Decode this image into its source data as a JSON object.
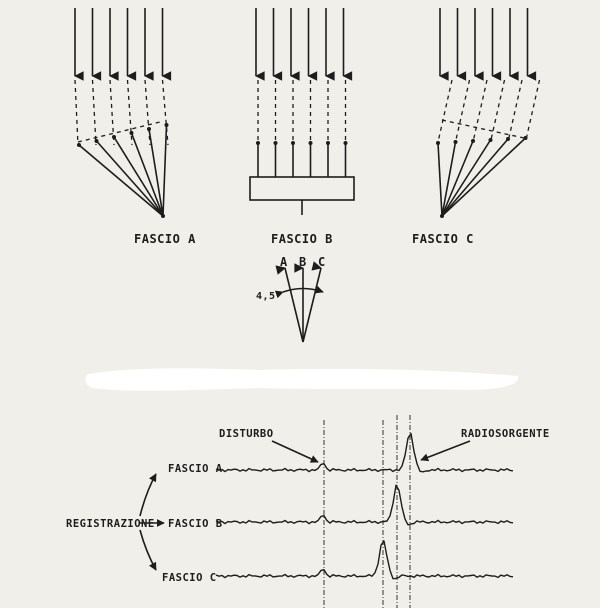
{
  "beams": {
    "a_label": "FASCIO  A",
    "b_label": "FASCIO  B",
    "c_label": "FASCIO  C"
  },
  "angle_figure": {
    "label_a": "A",
    "label_b": "B",
    "label_c": "C",
    "angle_text": "4,5'"
  },
  "recording": {
    "disturbance_label": "DISTURBO",
    "source_label": "RADIOSORGENTE",
    "registration_label": "REGISTRAZIONE",
    "trace_a_label": "FASCIO  A",
    "trace_b_label": "FASCIO  B",
    "trace_c_label": "FASCIO  C"
  }
}
